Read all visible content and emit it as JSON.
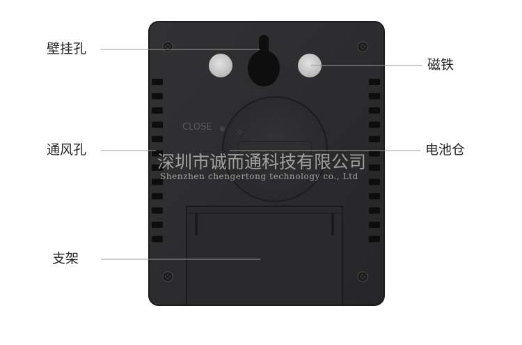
{
  "labels": {
    "wall_hole": "壁挂孔",
    "magnet": "磁铁",
    "vent": "通风孔",
    "battery": "电池仓",
    "stand": "支架"
  },
  "cover_text": "CLOSE",
  "watermark": {
    "cn": "深圳市诚而通科技有限公司",
    "en": "Shenzhen chengertong technology co., Ltd"
  },
  "colors": {
    "body": "#2b2b2d",
    "body_edge": "#1c1c1e",
    "magnet": "#d0d0d0",
    "leader": "#9a9a9a",
    "label_text": "#222222"
  }
}
